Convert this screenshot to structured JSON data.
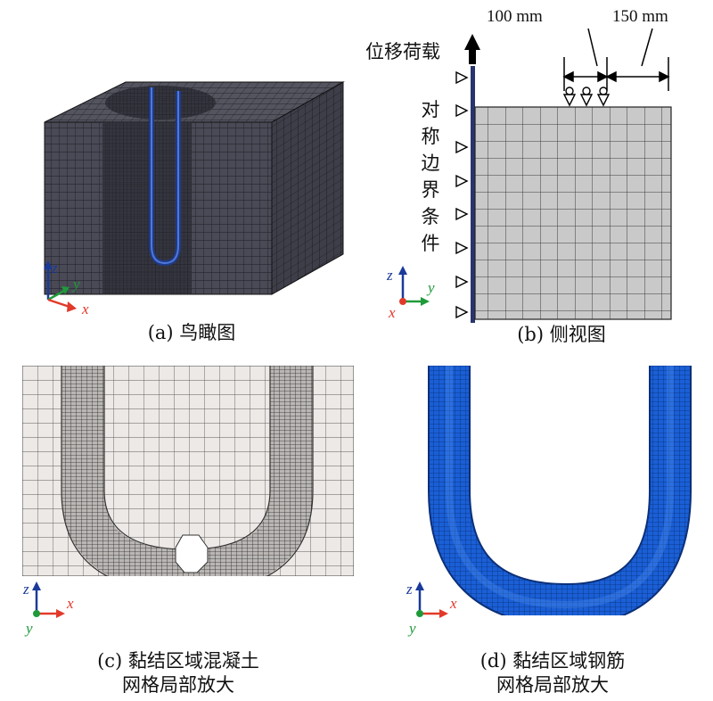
{
  "panels": {
    "a": {
      "caption": "(a) 鸟瞰图"
    },
    "b": {
      "caption": "(b) 侧视图",
      "dim_left": "100 mm",
      "dim_right": "150 mm",
      "load_label": "位移荷载",
      "boundary_label": [
        "对",
        "称",
        "边",
        "界",
        "条",
        "件"
      ]
    },
    "c": {
      "caption_line1": "(c) 黏结区域混凝土",
      "caption_line2": "网格局部放大"
    },
    "d": {
      "caption_line1": "(d) 黏结区域钢筋",
      "caption_line2": "网格局部放大"
    }
  },
  "axes": {
    "x": "x",
    "y": "y",
    "z": "z"
  },
  "colors": {
    "mesh_dark": "#3a3a44",
    "mesh_gray": "#c8c8c8",
    "concrete_light": "#ede9e6",
    "steel_blue": "#1a5fd6",
    "axis_x": "#e23a2a",
    "axis_y": "#1f9a3a",
    "axis_z": "#1a3a9a"
  }
}
